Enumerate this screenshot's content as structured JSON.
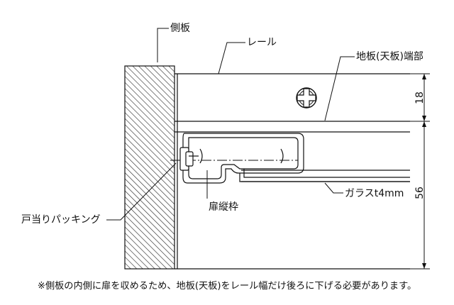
{
  "labels": {
    "side_panel": "側板",
    "rail": "レール",
    "ground_panel_end": "地板(天板)端部",
    "door_stop_packing": "戸当りパッキング",
    "door_stile": "扉縦枠",
    "glass": "ガラスt4mm"
  },
  "dimensions": {
    "upper": "18",
    "lower": "56"
  },
  "footnote": "※側板の内側に扉を収めるため、地板(天板)をレール幅だけ後ろに下げる必要があります。"
}
